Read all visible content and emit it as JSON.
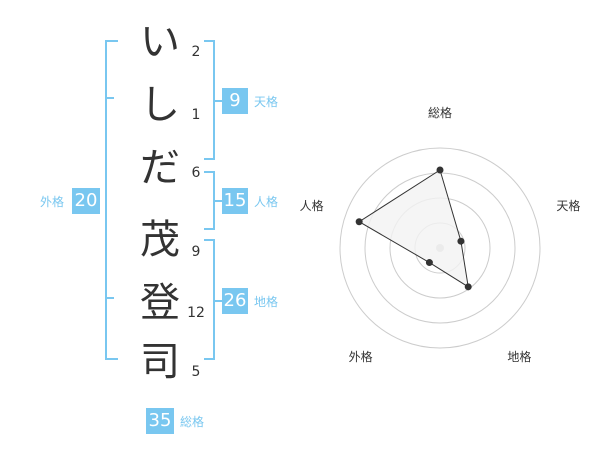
{
  "name_chars": [
    {
      "char": "い",
      "strokes": "2"
    },
    {
      "char": "し",
      "strokes": "1"
    },
    {
      "char": "だ",
      "strokes": "6"
    },
    {
      "char": "茂",
      "strokes": "9"
    },
    {
      "char": "登",
      "strokes": "12"
    },
    {
      "char": "司",
      "strokes": "5"
    }
  ],
  "fortune": {
    "tenkaku": {
      "label": "天格",
      "value": "9"
    },
    "jinkaku": {
      "label": "人格",
      "value": "15"
    },
    "chikaku": {
      "label": "地格",
      "value": "26"
    },
    "gaikaku": {
      "label": "外格",
      "value": "20"
    },
    "soukaku": {
      "label": "総格",
      "value": "35"
    }
  },
  "chart_data": {
    "type": "radar",
    "axes": [
      "総格",
      "天格",
      "地格",
      "外格",
      "人格"
    ],
    "values": [
      0.78,
      0.22,
      0.48,
      0.18,
      0.85
    ],
    "rings": 4,
    "colors": {
      "accent": "#79c7f0",
      "fill": "#f2f2f2",
      "line": "#333333",
      "grid": "#cccccc"
    }
  }
}
